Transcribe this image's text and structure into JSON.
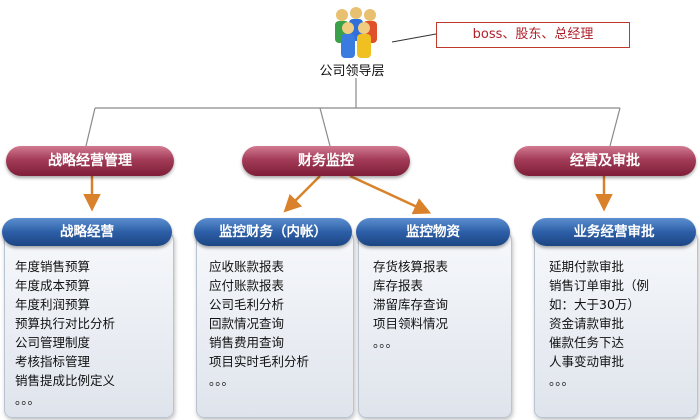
{
  "top": {
    "label": "公司领导层",
    "callout": "boss、股东、总经理",
    "icon": "people-group-icon"
  },
  "level2": [
    {
      "label": "战略经营管理"
    },
    {
      "label": "财务监控"
    },
    {
      "label": "经营及审批"
    }
  ],
  "cards": [
    {
      "title": "战略经营",
      "items": [
        "年度销售预算",
        "年度成本预算",
        "年度利润预算",
        "预算执行对比分析",
        "公司管理制度",
        "考核指标管理",
        "销售提成比例定义",
        "。。。"
      ]
    },
    {
      "title": "监控财务（内帐）",
      "items": [
        "应收账款报表",
        "应付账款报表",
        "公司毛利分析",
        "回款情况查询",
        "销售费用查询",
        "项目实时毛利分析",
        "。。。"
      ]
    },
    {
      "title": "监控物资",
      "items": [
        "存货核算报表",
        "库存报表",
        "滞留库存查询",
        "项目领料情况",
        "。。。"
      ]
    },
    {
      "title": "业务经营审批",
      "items": [
        "延期付款审批",
        "销售订单审批（例",
        "如：大于30万）",
        "资金请款审批",
        "催款任务下达",
        "人事变动审批",
        "。。。"
      ]
    }
  ],
  "colors": {
    "pill": "#a33c58",
    "card_header": "#2d5fa7",
    "arrow": "#d9822b",
    "callout_border": "#c0392b"
  }
}
